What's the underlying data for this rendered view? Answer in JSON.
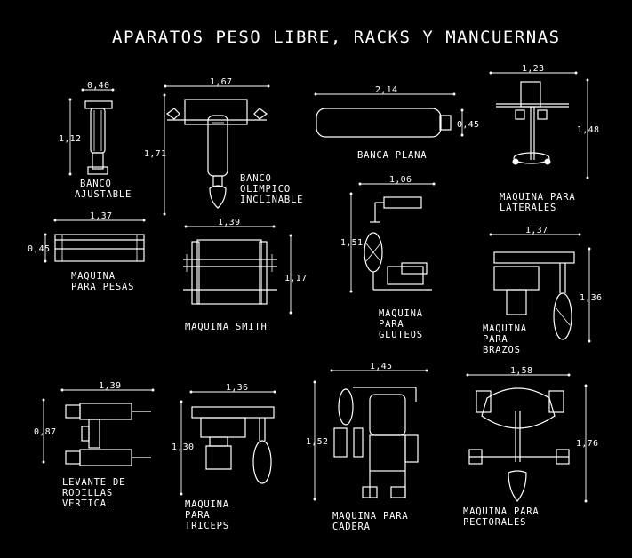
{
  "title": "APARATOS PESO LIBRE, RACKS Y MANCUERNAS",
  "items": {
    "banco_ajustable": {
      "label_lines": [
        "BANCO",
        "AJUSTABLE"
      ],
      "dim_width": "0,40",
      "dim_height": "1,12"
    },
    "banco_olimpico": {
      "label_lines": [
        "BANCO",
        "OLIMPICO",
        "INCLINABLE"
      ],
      "dim_width": "1,67",
      "dim_height": "1,71"
    },
    "banca_plana": {
      "label_lines": [
        "BANCA PLANA"
      ],
      "dim_width": "2,14",
      "dim_height": "0,45"
    },
    "maquina_laterales": {
      "label_lines": [
        "MAQUINA PARA",
        "LATERALES"
      ],
      "dim_width": "1,23",
      "dim_height": "1,48"
    },
    "maquina_pesas": {
      "label_lines": [
        "MAQUINA",
        "PARA PESAS"
      ],
      "dim_width": "1,37",
      "dim_height": "0,45"
    },
    "maquina_smith": {
      "label_lines": [
        "MAQUINA SMITH"
      ],
      "dim_width": "1,39",
      "dim_height": "1,17"
    },
    "maquina_gluteos": {
      "label_lines": [
        "MAQUINA",
        "PARA",
        "GLUTEOS"
      ],
      "dim_width": "1,06",
      "dim_height": "1,51"
    },
    "maquina_brazos": {
      "label_lines": [
        "MAQUINA",
        "PARA",
        "BRAZOS"
      ],
      "dim_width": "1,37",
      "dim_height": "1,36"
    },
    "levante_rodillas": {
      "label_lines": [
        "LEVANTE DE",
        "RODILLAS",
        "VERTICAL"
      ],
      "dim_width": "1,39",
      "dim_height": "0,87"
    },
    "maquina_triceps": {
      "label_lines": [
        "MAQUINA",
        "PARA",
        "TRICEPS"
      ],
      "dim_width": "1,36",
      "dim_height": "1,30"
    },
    "maquina_cadera": {
      "label_lines": [
        "MAQUINA PARA",
        "CADERA"
      ],
      "dim_width": "1,45",
      "dim_height": "1,52"
    },
    "maquina_pectorales": {
      "label_lines": [
        "MAQUINA PARA",
        "PECTORALES"
      ],
      "dim_width": "1,58",
      "dim_height": "1,76"
    }
  },
  "colors": {
    "background": "#000000",
    "line": "#ffffff"
  }
}
